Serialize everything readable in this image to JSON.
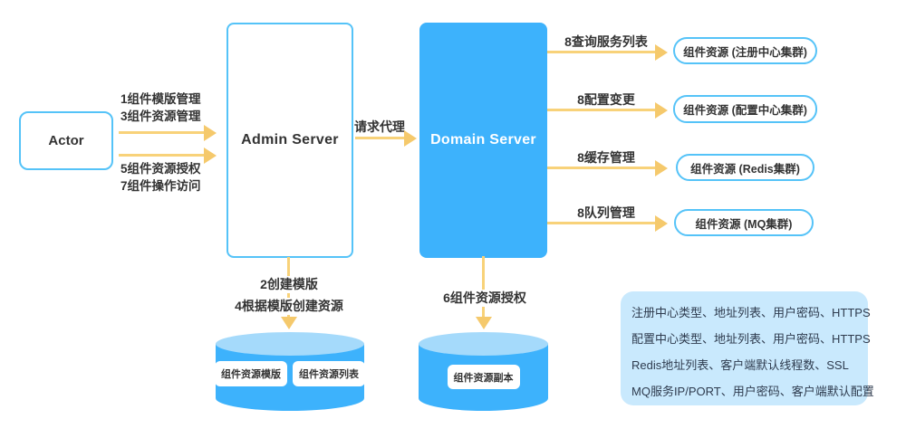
{
  "actor": {
    "label": "Actor"
  },
  "admin_server": {
    "label": "Admin Server"
  },
  "domain_server": {
    "label": "Domain Server"
  },
  "flows": {
    "template_mgmt": "1组件模版管理",
    "resource_mgmt": "3组件资源管理",
    "resource_auth": "5组件资源授权",
    "op_access": "7组件操作访问",
    "request_proxy": "请求代理",
    "query_services": "8查询服务列表",
    "config_change": "8配置变更",
    "cache_mgmt": "8缓存管理",
    "queue_mgmt": "8队列管理",
    "create_template": "2创建模版",
    "create_resource_from_template": "4根据模版创建资源",
    "component_resource_auth": "6组件资源授权"
  },
  "resources": {
    "registry": "组件资源 (注册中心集群)",
    "config": "组件资源 (配置中心集群)",
    "redis": "组件资源 (Redis集群)",
    "mq": "组件资源 (MQ集群)"
  },
  "admin_store": {
    "items": [
      "组件资源模版",
      "组件资源列表"
    ]
  },
  "domain_store": {
    "items": [
      "组件资源副本"
    ]
  },
  "notes": {
    "lines": [
      "注册中心类型、地址列表、用户密码、HTTPS",
      "配置中心类型、地址列表、用户密码、HTTPS",
      "Redis地址列表、客户端默认线程数、SSL",
      "MQ服务IP/PORT、用户密码、客户端默认配置"
    ]
  },
  "colors": {
    "primary_blue": "#3DB2FC",
    "cylinder_top_blue": "#A5DAFB",
    "border_blue": "#55C3F8",
    "arrow_yellow": "#F8D279",
    "notes_bg": "#C9E9FD",
    "text_dark": "#333333"
  }
}
